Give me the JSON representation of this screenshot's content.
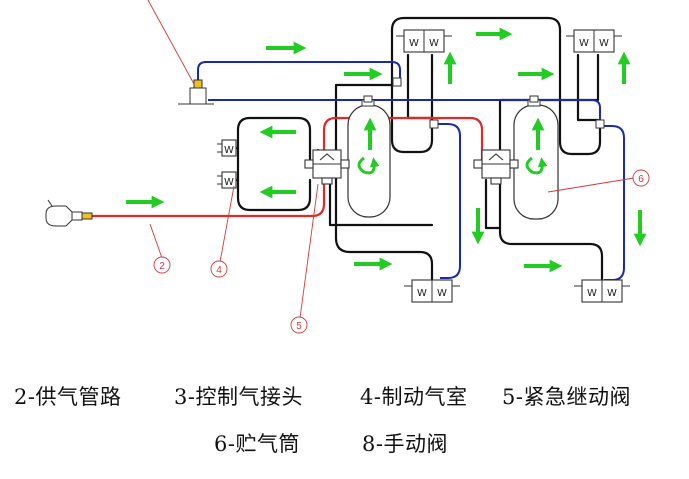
{
  "callouts": {
    "c2": "2",
    "c4": "4",
    "c5": "5",
    "c6": "6"
  },
  "legend": {
    "row1": [
      "2-供气管路",
      "3-控制气接头",
      "4-制动气室",
      "5-紧急继动阀"
    ],
    "row2": [
      "6-贮气筒",
      "8-手动阀"
    ]
  },
  "colors": {
    "supply_line": "#e02a2a",
    "control_line": "#1a2aa8",
    "brake_line": "#111111",
    "flow_arrow": "#22cc22",
    "callout": "#d23a3a"
  }
}
